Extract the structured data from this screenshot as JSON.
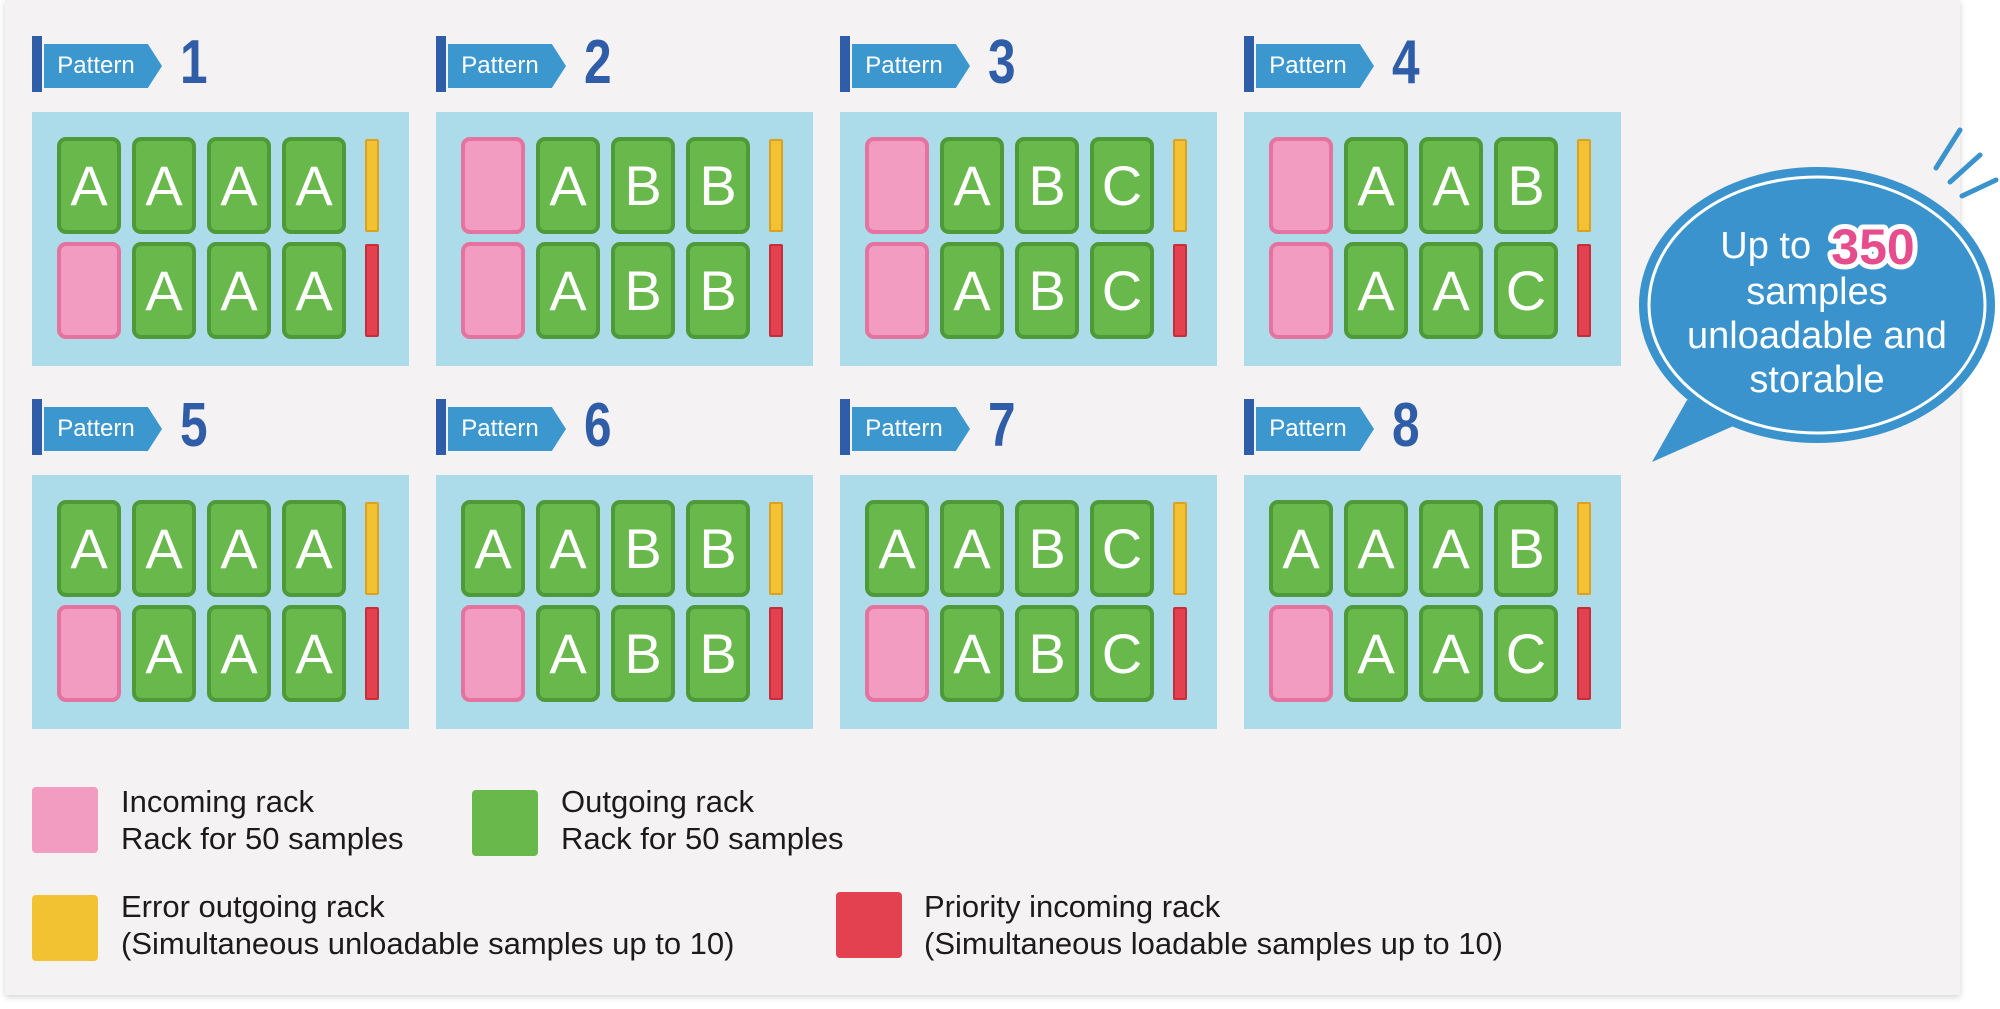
{
  "tag_label": "Pattern",
  "letters": {
    "A": "A",
    "B": "B",
    "C": "C"
  },
  "patterns": [
    {
      "number": "1",
      "bottom_left_incoming": true,
      "top": [
        "A",
        "A",
        "A",
        "A"
      ],
      "bottom": [
        "A",
        "A",
        "A"
      ]
    },
    {
      "number": "2",
      "bottom_left_incoming": true,
      "top": [
        "A",
        "B",
        "B"
      ],
      "bottom": [
        "A",
        "B",
        "B"
      ]
    },
    {
      "number": "3",
      "bottom_left_incoming": true,
      "top": [
        "A",
        "B",
        "C"
      ],
      "bottom": [
        "A",
        "B",
        "C"
      ]
    },
    {
      "number": "4",
      "bottom_left_incoming": true,
      "top": [
        "A",
        "A",
        "B"
      ],
      "bottom": [
        "A",
        "A",
        "C"
      ]
    },
    {
      "number": "5",
      "top": [
        "A",
        "A",
        "A",
        "A"
      ],
      "bottom": [
        "A",
        "A",
        "A"
      ]
    },
    {
      "number": "6",
      "top": [
        "A",
        "A",
        "B",
        "B"
      ],
      "bottom": [
        "A",
        "B",
        "B"
      ]
    },
    {
      "number": "7",
      "top": [
        "A",
        "A",
        "B",
        "C"
      ],
      "bottom": [
        "A",
        "B",
        "C"
      ]
    },
    {
      "number": "8",
      "top": [
        "A",
        "A",
        "A",
        "B"
      ],
      "bottom": [
        "A",
        "A",
        "C"
      ]
    }
  ],
  "callout": {
    "line1_prefix": "Up to",
    "highlight": "350",
    "line2": "samples",
    "line3": "unloadable and",
    "line4": "storable"
  },
  "legend": {
    "incoming": {
      "line1": "Incoming rack",
      "line2": "Rack for 50 samples",
      "color": "#f19cc0"
    },
    "outgoing": {
      "line1": "Outgoing rack",
      "line2": "Rack for 50 samples",
      "color": "#68b84b"
    },
    "error": {
      "line1": "Error outgoing rack",
      "line2": "(Simultaneous unloadable samples up to 10)",
      "color": "#f3c233"
    },
    "priority": {
      "line1": "Priority incoming rack",
      "line2": "(Simultaneous loadable samples up to 10)",
      "color": "#e3414f"
    }
  },
  "colors": {
    "tag_blue": "#3d97cf",
    "number_blue": "#2f5da8",
    "rack_area": "#acdbea",
    "callout_blue": "#3a93cc",
    "highlight_pink": "#e64d8c"
  }
}
